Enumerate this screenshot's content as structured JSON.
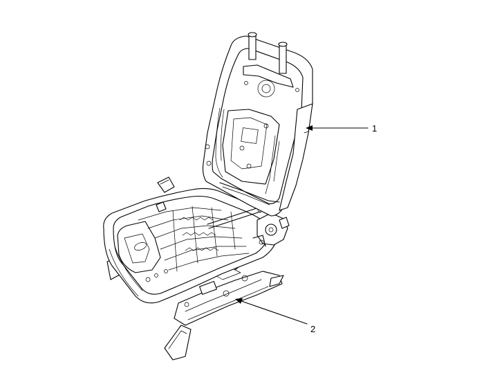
{
  "figure": {
    "subject": "seat-frame",
    "callouts": [
      {
        "id": "1",
        "label": "1",
        "target": "seatback"
      },
      {
        "id": "2",
        "label": "2",
        "target": "seat-track"
      }
    ],
    "line_color": "#000000",
    "background_color": "#ffffff"
  }
}
